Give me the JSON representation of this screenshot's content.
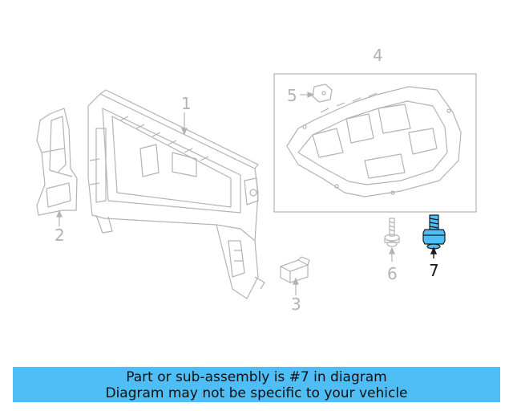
{
  "callouts": {
    "c1": "1",
    "c2": "2",
    "c3": "3",
    "c4": "4",
    "c5": "5",
    "c6": "6",
    "c7": "7"
  },
  "highlight_color": "#4fbdf6",
  "banner": {
    "line1": "Part or sub-assembly is #7 in diagram",
    "line2": "Diagram may not be specific to your vehicle"
  }
}
